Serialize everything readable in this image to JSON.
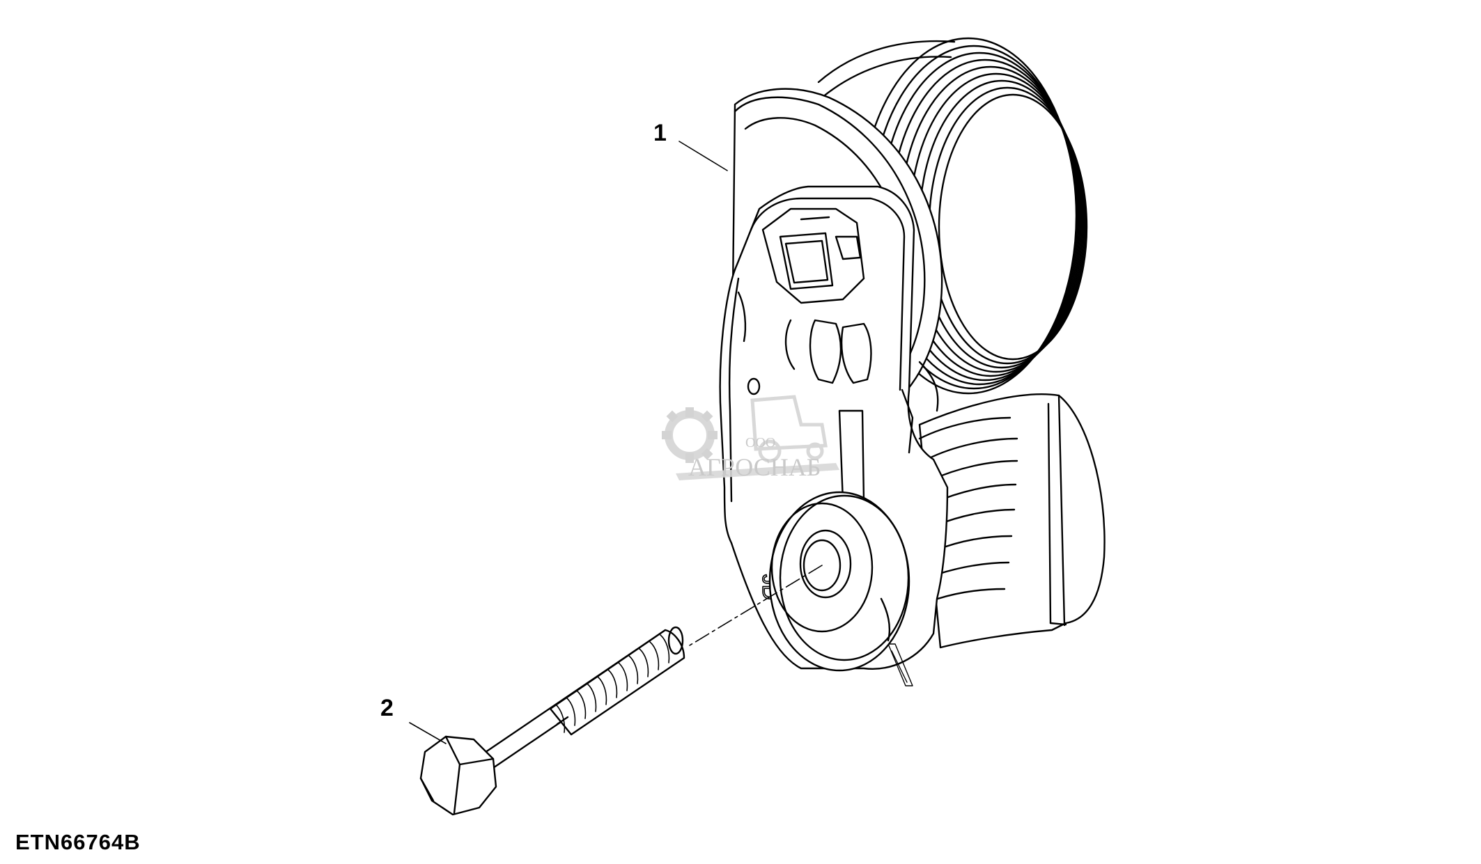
{
  "diagram": {
    "callouts": [
      {
        "id": "1",
        "label": "1",
        "part": "belt-tensioner"
      },
      {
        "id": "2",
        "label": "2",
        "part": "cap-screw"
      }
    ],
    "figure_id": "ETN66764B",
    "part_markings": {
      "brand_letters": "JD"
    },
    "watermark": {
      "small": "ООО",
      "name": "АГРОСНАБ"
    }
  }
}
